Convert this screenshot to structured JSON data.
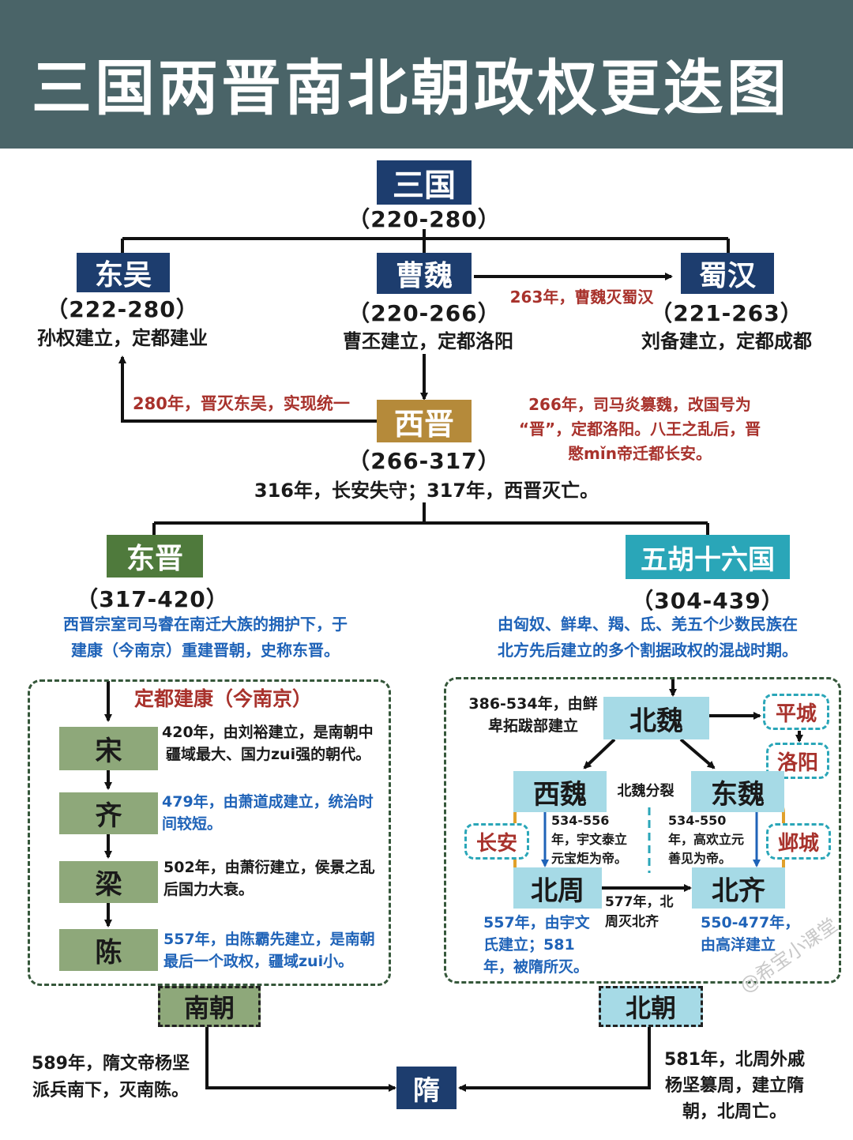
{
  "title": "三国两晋南北朝政权更迭图",
  "sanguo": {
    "name": "三国",
    "years": "（220-280）"
  },
  "dongwu": {
    "name": "东吴",
    "years": "（222-280）",
    "desc": "孙权建立，定都建业"
  },
  "caowei": {
    "name": "曹魏",
    "years": "（220-266）",
    "desc": "曹丕建立，定都洛阳"
  },
  "shuhan": {
    "name": "蜀汉",
    "years": "（221-263）",
    "desc": "刘备建立，定都成都"
  },
  "wei_shu_note": "263年，曹魏灭蜀汉",
  "jin_wu_note": "280年，晋灭东吴，实现统一",
  "xijin": {
    "name": "西晋",
    "years": "（266-317）",
    "note_lines": [
      "266年，司马炎篡魏，改国号为",
      "“晋”，定都洛阳。八王之乱后，晋",
      "愍mǐn帝迁都长安。"
    ],
    "end": "316年，长安失守；317年，西晋灭亡。"
  },
  "dongjin": {
    "name": "东晋",
    "years": "（317-420）",
    "desc_lines": [
      "西晋宗室司马睿在南迁大族的拥护下，于",
      "建康（今南京）重建晋朝，史称东晋。"
    ]
  },
  "wuhu": {
    "name": "五胡十六国",
    "years": "（304-439）",
    "desc_lines": [
      "由匈奴、鲜卑、羯、氐、羌五个少数民族在",
      "北方先后建立的多个割据政权的混战时期。"
    ]
  },
  "south": {
    "capital": "定都建康（今南京）",
    "label": "南朝",
    "dynasties": [
      {
        "name": "宋",
        "lines": [
          "420年，由刘裕建立，是南朝中",
          "疆域最大、国力zui强的朝代。"
        ]
      },
      {
        "name": "齐",
        "lines": [
          "479年，由萧道成建立，统治时",
          "间较短。"
        ]
      },
      {
        "name": "梁",
        "lines": [
          "502年，由萧衍建立，侯景之乱",
          "后国力大衰。"
        ]
      },
      {
        "name": "陈",
        "lines": [
          "557年，由陈霸先建立，是南朝",
          "最后一个政权，疆域zui小。"
        ]
      }
    ]
  },
  "north": {
    "label": "北朝",
    "beiwei": {
      "name": "北魏",
      "lines": [
        "386-534年，由鲜",
        "卑拓跋部建立"
      ]
    },
    "pingcheng": "平城",
    "luoyang": "洛阳",
    "split": "北魏分裂",
    "xiwei": {
      "name": "西魏",
      "lines": [
        "534-556",
        "年，宇文泰立",
        "元宝炬为帝。"
      ]
    },
    "dongwei": {
      "name": "东魏",
      "lines": [
        "534-550",
        "年，高欢立元",
        "善见为帝。"
      ]
    },
    "changan": "长安",
    "yecheng": "邺城",
    "beizhou": {
      "name": "北周",
      "lines": [
        "557年，由宇文",
        "氏建立；581",
        "年，被隋所灭。"
      ]
    },
    "beiqi": {
      "name": "北齐",
      "lines": [
        "550-477年，",
        "由高洋建立"
      ]
    },
    "zhou_qi_note": [
      "577年，北",
      "周灭北齐"
    ]
  },
  "sui": {
    "name": "隋",
    "left_lines": [
      "589年，隋文帝杨坚",
      "派兵南下，灭南陈。"
    ],
    "right_lines": [
      "581年，北周外戚",
      "杨坚篡周，建立隋",
      "朝，北周亡。"
    ]
  },
  "watermark": "@希宝小课堂"
}
